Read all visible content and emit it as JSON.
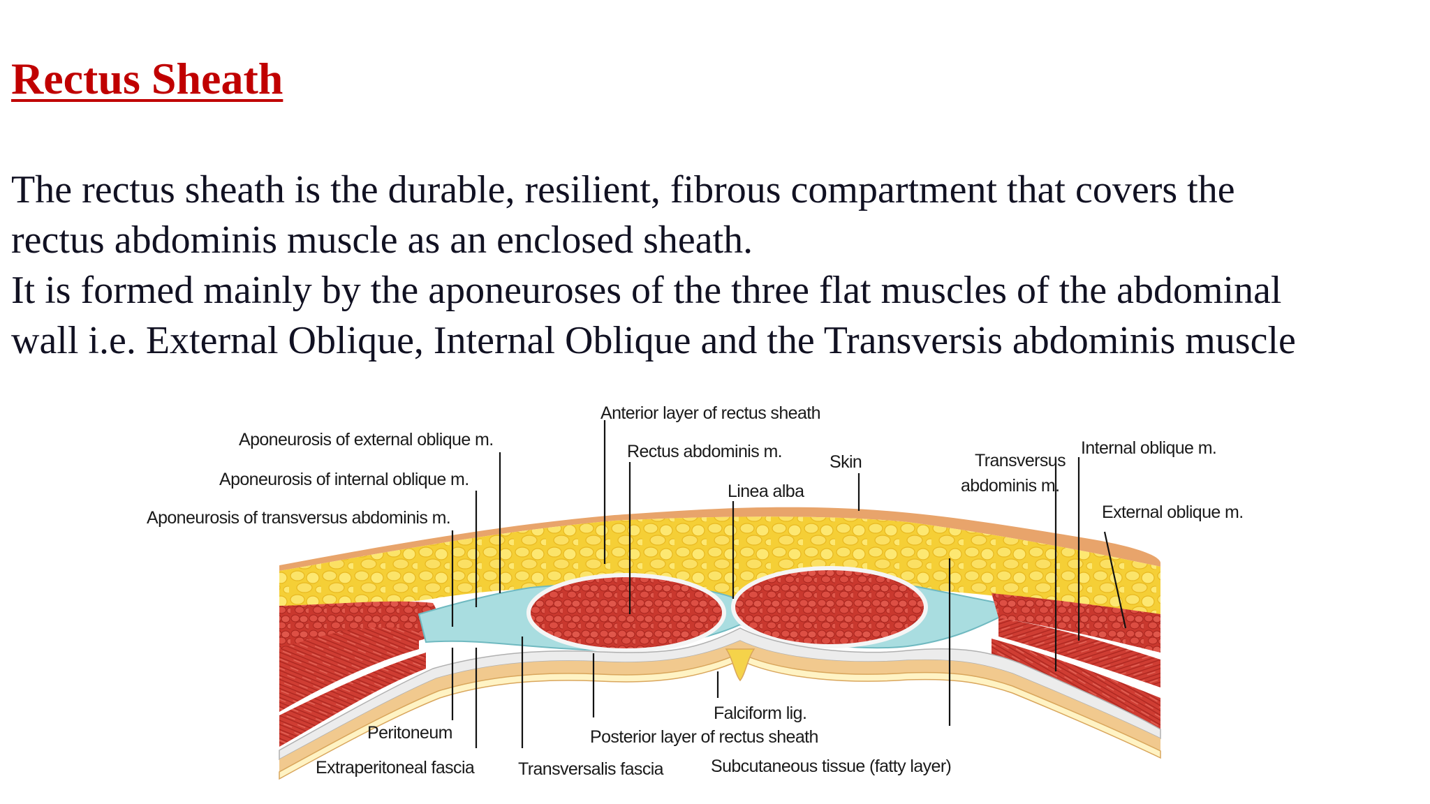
{
  "slide": {
    "title": "Rectus Sheath",
    "paragraphs": [
      "The rectus sheath is the durable, resilient, fibrous compartment that covers the",
      "rectus abdominis muscle as an  enclosed sheath.",
      "It is formed mainly by the aponeuroses of the three flat muscles of the abdominal",
      "wall i.e. External Oblique, Internal Oblique and the Transversis abdominis muscle"
    ]
  },
  "diagram": {
    "labels": {
      "anterior_layer": "Anterior layer of rectus sheath",
      "aponeurosis_external": "Aponeurosis of external oblique m.",
      "aponeurosis_internal": "Aponeurosis of internal oblique m.",
      "aponeurosis_transversus": "Aponeurosis of transversus abdominis m.",
      "rectus_abdominis": "Rectus abdominis m.",
      "skin": "Skin",
      "linea_alba": "Linea alba",
      "transversus_line1": "Transversus",
      "transversus_line2": "abdominis m.",
      "internal_oblique": "Internal oblique m.",
      "external_oblique": "External oblique m.",
      "falciform": "Falciform lig.",
      "posterior_layer": "Posterior layer of rectus sheath",
      "peritoneum": "Peritoneum",
      "extraperitoneal": "Extraperitoneal fascia",
      "transversalis": "Transversalis fascia",
      "subcutaneous": "Subcutaneous tissue (fatty layer)"
    },
    "colors": {
      "title": "#c00000",
      "fat": "#f7d23a",
      "muscle": "#d9443a",
      "sheath": "#a9dde0",
      "skin": "#e8a46b",
      "peritoneum": "#efc48a"
    }
  }
}
